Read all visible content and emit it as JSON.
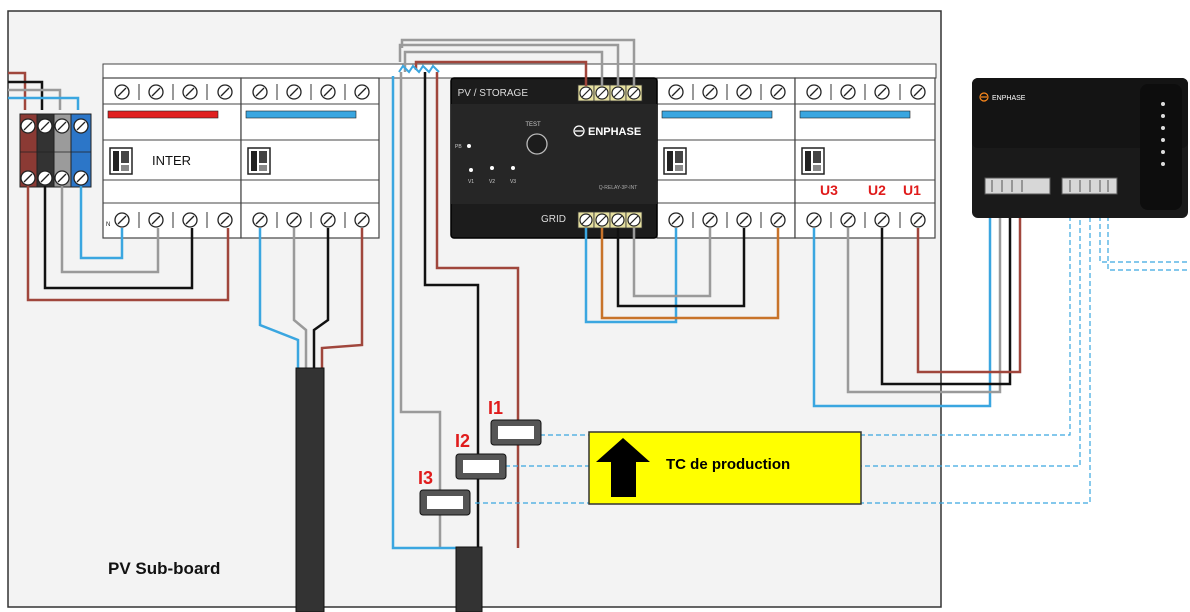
{
  "board": {
    "title": "PV Sub-board"
  },
  "breaker_inter": {
    "label": "INTER",
    "neutral_mark": "N"
  },
  "relay": {
    "brand": "ENPHASE",
    "top_label": "PV / STORAGE",
    "bottom_label": "GRID",
    "test_label": "TEST",
    "model": "Q-RELAY-3P-INT",
    "led_labels": [
      "PB",
      "V1",
      "V2",
      "V3"
    ]
  },
  "voltage_labels": [
    "U3",
    "U2",
    "U1"
  ],
  "ct_labels": [
    "I1",
    "I2",
    "I3"
  ],
  "callout": {
    "text": "TC de production"
  },
  "envoy": {
    "brand": "ENPHASE"
  },
  "colors": {
    "brown": "#a0463c",
    "grey": "#9a9a9a",
    "black": "#111111",
    "blue": "#3aa6e0",
    "orange": "#c8732a",
    "red_label": "#e01b1b",
    "callout": "#ffff00"
  }
}
